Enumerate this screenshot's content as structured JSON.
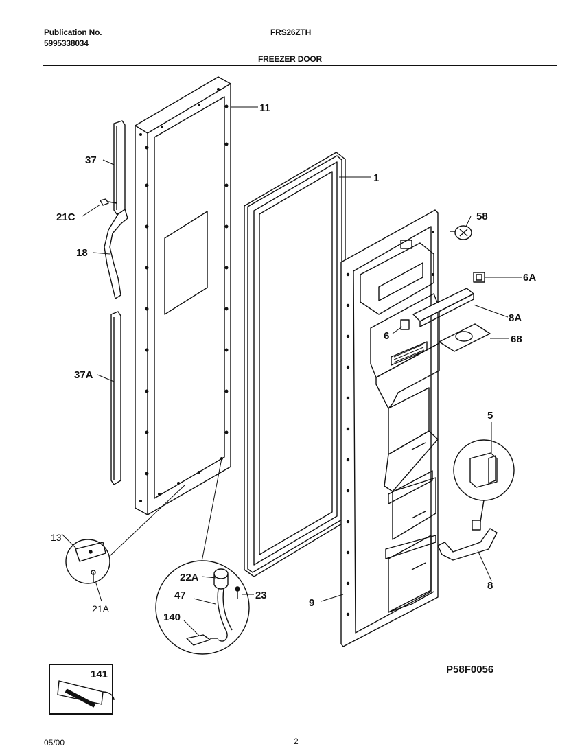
{
  "header": {
    "publication_label": "Publication No.",
    "publication_number": "5995338034",
    "model": "FRS26ZTH",
    "section_title": "FREEZER DOOR"
  },
  "parts": {
    "p11": "11",
    "p37": "37",
    "p21c": "21C",
    "p18": "18",
    "p37a": "37A",
    "p1": "1",
    "p58": "58",
    "p6a": "6A",
    "p8a": "8A",
    "p6": "6",
    "p68": "68",
    "p5": "5",
    "p8": "8",
    "p9": "9",
    "p13": "13",
    "p21a": "21A",
    "p22a": "22A",
    "p47": "47",
    "p23": "23",
    "p140": "140",
    "p141": "141"
  },
  "diagram_code": "P58F0056",
  "footer": {
    "date": "05/00",
    "page": "2"
  }
}
